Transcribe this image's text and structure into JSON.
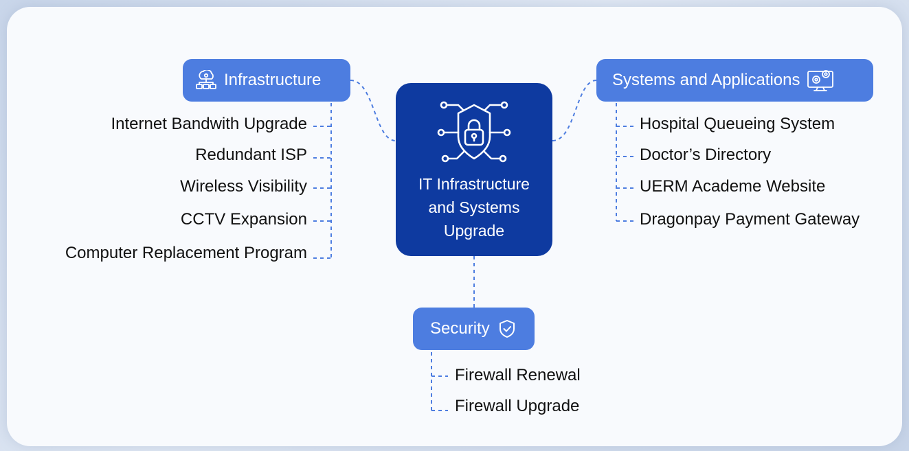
{
  "center": {
    "title_lines": [
      "IT Infrastructure",
      "and Systems",
      "Upgrade"
    ],
    "icon": "shield-lock-circuit-icon"
  },
  "infrastructure": {
    "label": "Infrastructure",
    "icon": "cloud-network-icon",
    "items": [
      "Internet Bandwith Upgrade",
      "Redundant ISP",
      "Wireless Visibility",
      "CCTV Expansion",
      "Computer Replacement Program"
    ]
  },
  "systems": {
    "label": "Systems and Applications",
    "icon": "monitor-gears-icon",
    "items": [
      "Hospital Queueing System",
      "Doctor’s Directory",
      "UERM Academe Website",
      "Dragonpay Payment Gateway"
    ]
  },
  "security": {
    "label": "Security",
    "icon": "shield-check-icon",
    "items": [
      "Firewall Renewal",
      "Firewall Upgrade"
    ]
  },
  "colors": {
    "center_fill": "#0e3aa0",
    "category_fill": "#4d7de0",
    "connector": "#4d7de0"
  }
}
